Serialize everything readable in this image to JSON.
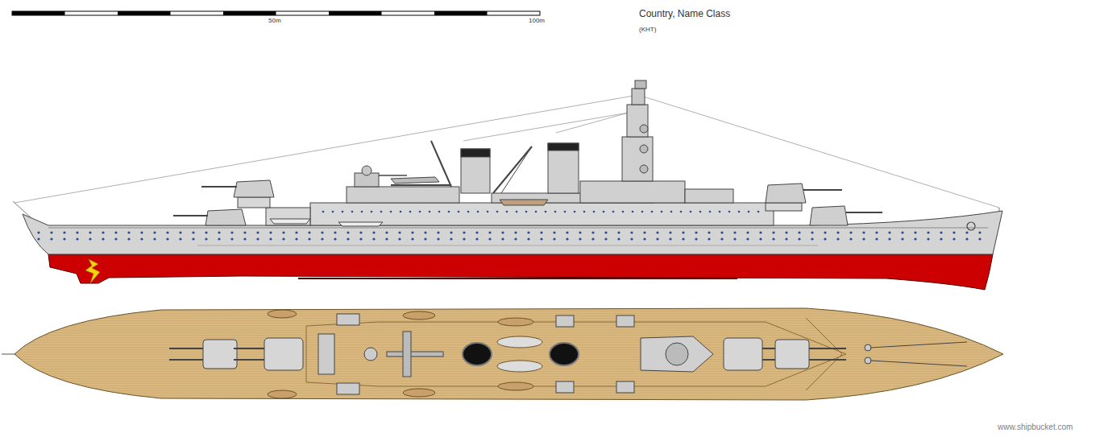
{
  "diagram": {
    "title": "Country, Name Class",
    "labels": [
      "50m",
      "100m",
      "(KHT)",
      "www.shipbucket.com"
    ]
  }
}
